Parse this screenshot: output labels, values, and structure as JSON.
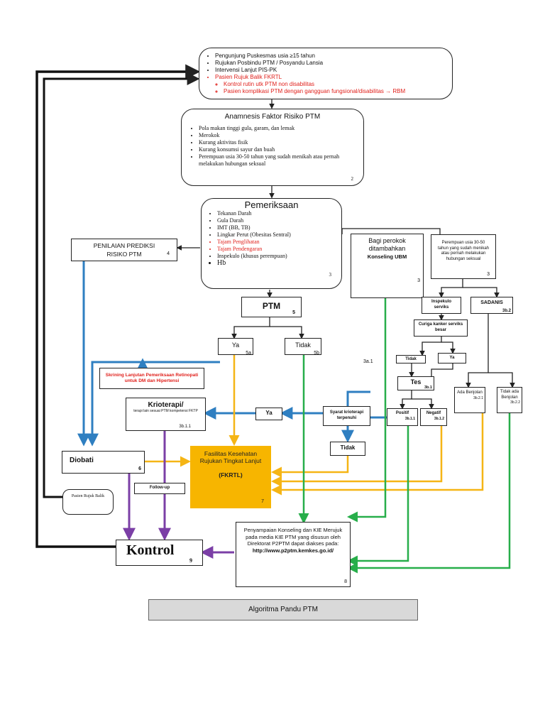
{
  "box1": {
    "items": [
      {
        "text": "Pengunjung Puskesmas usia ≥15 tahun",
        "red": false
      },
      {
        "text": "Rujukan Posbindu PTM / Posyandu Lansia",
        "red": false
      },
      {
        "text": "Intervensi Lanjut PIS-PK",
        "red": false
      },
      {
        "text": "Pasien Rujuk Balik FKRTL",
        "red": true
      }
    ],
    "sub": [
      "Kontrol rutin utk PTM non disabilitas",
      "Pasien komplikasi PTM dengan gangguan fungsional/disabilitas → RBM"
    ]
  },
  "box2": {
    "title": "Anamnesis Faktor Risiko PTM",
    "items": [
      "Pola makan tinggi gula, garam, dan lemak",
      "Merokok",
      "Kurang aktivitas fisik",
      "Kurang konsumsi sayur dan buah",
      "Perempuan usia 30-50 tahun yang sudah menikah atau pernah melakukan hubungan seksual"
    ],
    "num": "2"
  },
  "box3": {
    "title": "Pemeriksaan",
    "items": [
      {
        "text": "Tekanan Darah",
        "red": false
      },
      {
        "text": "Gula Darah",
        "red": false
      },
      {
        "text": "IMT (BB, TB)",
        "red": false
      },
      {
        "text": "Lingkar Perut (Obesitas Sentral)",
        "red": false
      },
      {
        "text": "Tajam Penglihatan",
        "red": true
      },
      {
        "text": "Tajam Pendengaran",
        "red": true
      },
      {
        "text": "Inspekulo (khusus perempuan)",
        "red": false
      },
      {
        "text": "Hb",
        "red": false
      }
    ],
    "num": "3"
  },
  "penilaian": {
    "text": "PENILAIAN PREDIKSI RISIKO PTM",
    "num": "4"
  },
  "perokok": {
    "text1": "Bagi perokok ditambahkan",
    "text2": "Konseling UBM",
    "num": "3"
  },
  "perempuan": {
    "text": "Perempuan usia 30-50 tahun yang sudah menikah atau pernah melakukan hubungan seksual",
    "num": "3"
  },
  "inspekulo": {
    "text": "Inspekulo serviks"
  },
  "sadanis": {
    "text": "SADANIS",
    "num": "3b.2"
  },
  "curiga": {
    "text": "Curiga kanker serviks besar"
  },
  "tidak_small": {
    "text": "Tidak"
  },
  "ya_small": {
    "text": "Ya"
  },
  "tes": {
    "text": "Tes",
    "num": "3b.1"
  },
  "positif": {
    "text": "Positif",
    "num": "3b.1.1"
  },
  "negatif": {
    "text": "Negatif",
    "num": "3b.1.2"
  },
  "ada_benjolan": {
    "text": "Ada Benjolan",
    "num": "3b.2.1"
  },
  "tidak_benjolan": {
    "text": "Tidak ada Benjolan",
    "num": "3b.2.2"
  },
  "ptm": {
    "text": "PTM",
    "num": "5"
  },
  "ya_main": {
    "text": "Ya",
    "num": "5a"
  },
  "tidak_main": {
    "text": "Tidak",
    "num": "5b"
  },
  "label_3a1": "3a.1",
  "skrining": {
    "text": "Skrining Lanjutan Pemeriksaan Retinopati untuk DM dan Hipertensi"
  },
  "krioterapi": {
    "title": "Krioterapi/",
    "sub": "terapi lain sesuai PTM kompetensi FKTP",
    "num": "3b.1.1"
  },
  "ya_krio": {
    "text": "Ya"
  },
  "syarat": {
    "text": "Syarat krioterapi terpenuhi"
  },
  "tidak_krio": {
    "text": "Tidak"
  },
  "diobati": {
    "text": "Diobati",
    "num": "6"
  },
  "followup": {
    "text": "Follow-up"
  },
  "pasien_rujuk": {
    "text": "Pasien Rujuk Balik"
  },
  "fkrtl": {
    "line1": "Fasilitas Kesehatan Rujukan Tingkat Lanjut",
    "line2": "(FKRTL)",
    "num": "7"
  },
  "kontrol": {
    "text": "Kontrol",
    "num": "9"
  },
  "kie": {
    "text": "Penyampaian Konseling dan KIE Merujuk pada media KIE PTM yang disusun oleh Direktorat P2PTM dapat diakses pada:",
    "url": "http://www.p2ptm.kemkes.go.id/",
    "num": "8"
  },
  "caption": {
    "text": "Algoritma Pandu PTM"
  },
  "colors": {
    "blue": "#2f7fc1",
    "orange": "#f5b515",
    "green": "#27ae4a",
    "purple": "#7b3fa6",
    "red": "#e0201b",
    "fkrtl_bg": "#f7b500",
    "caption_bg": "#d9d9d9"
  }
}
